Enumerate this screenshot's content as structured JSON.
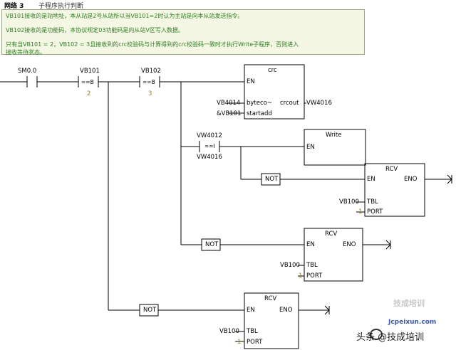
{
  "network": {
    "label": "网络 3",
    "title": "子程序执行判断"
  },
  "comment": {
    "line1": "VB101接收的是站地址，本从站是2号从站所以当VB101=2时认为主站是向本从站发送指令。",
    "line2": "VB102接收的是功能码，本协议规定03功能码是向从站V区写入数据。",
    "line3": "只有当VB101 = 2，VB102 = 3且接收到的crc校验码与计算得到的crc校验码一致时才执行Write子程序，否则进入",
    "line4": "接收等待状态。"
  },
  "rung": {
    "contact_sm00": {
      "label": "SM0.0"
    },
    "compare_vb101": {
      "operand": "VB101",
      "op": "==B",
      "value": "2"
    },
    "compare_vb102": {
      "operand": "VB102",
      "op": "==B",
      "value": "3"
    },
    "crc_block": {
      "title": "crc",
      "en": "EN",
      "in1_pin": "byteco~",
      "in1_value": "VB4014",
      "in2_pin": "startadd",
      "in2_value": "&VB101",
      "out_pin": "crcout",
      "out_value": "VW4016"
    },
    "compare_vw": {
      "operand_top": "VW4012",
      "op": "==I",
      "operand_bottom": "VW4016"
    },
    "write_block": {
      "title": "Write",
      "en": "EN"
    },
    "not1": "NOT",
    "rcv1": {
      "title": "RCV",
      "en": "EN",
      "eno": "ENO",
      "tbl_pin": "TBL",
      "tbl_value": "VB100",
      "port_pin": "PORT",
      "port_value": "1"
    },
    "not2": "NOT",
    "rcv2": {
      "title": "RCV",
      "en": "EN",
      "eno": "ENO",
      "tbl_pin": "TBL",
      "tbl_value": "VB100",
      "port_pin": "PORT",
      "port_value": "1"
    },
    "not3": "NOT",
    "rcv3": {
      "title": "RCV",
      "en": "EN",
      "eno": "ENO",
      "tbl_pin": "TBL",
      "tbl_value": "VB100",
      "port_pin": "PORT",
      "port_value": "1"
    }
  },
  "watermark": {
    "text": "头条 @技成培训",
    "site": "Jcpeixun.com",
    "faint": "技成培训"
  },
  "colors": {
    "comment_bg": "#f3f7e4",
    "comment_text": "#2e7d20",
    "value_olive": "#a07a10"
  }
}
